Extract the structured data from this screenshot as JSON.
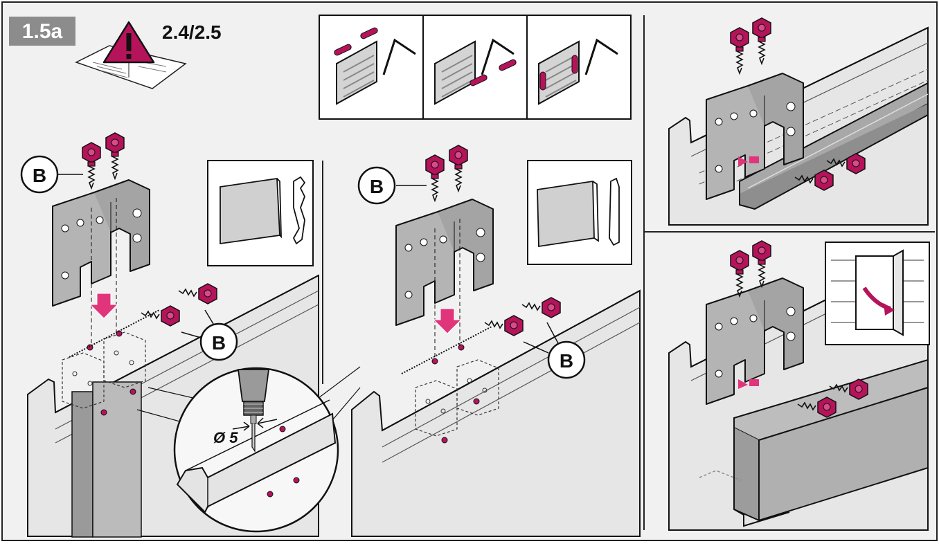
{
  "step": {
    "number": "1.5a"
  },
  "manual_reference": {
    "text": "2.4/2.5",
    "icon": "warning-manual-icon"
  },
  "callouts": {
    "screw_label": "B"
  },
  "drill": {
    "diameter_label": "Ø 5"
  },
  "colors": {
    "step_badge": "#8c8c8c",
    "screw": "#b5135a",
    "panel_bg": "#f1f1f1",
    "metal": "#b4b4b4",
    "door": "#e6e6e6",
    "line": "#111111"
  }
}
